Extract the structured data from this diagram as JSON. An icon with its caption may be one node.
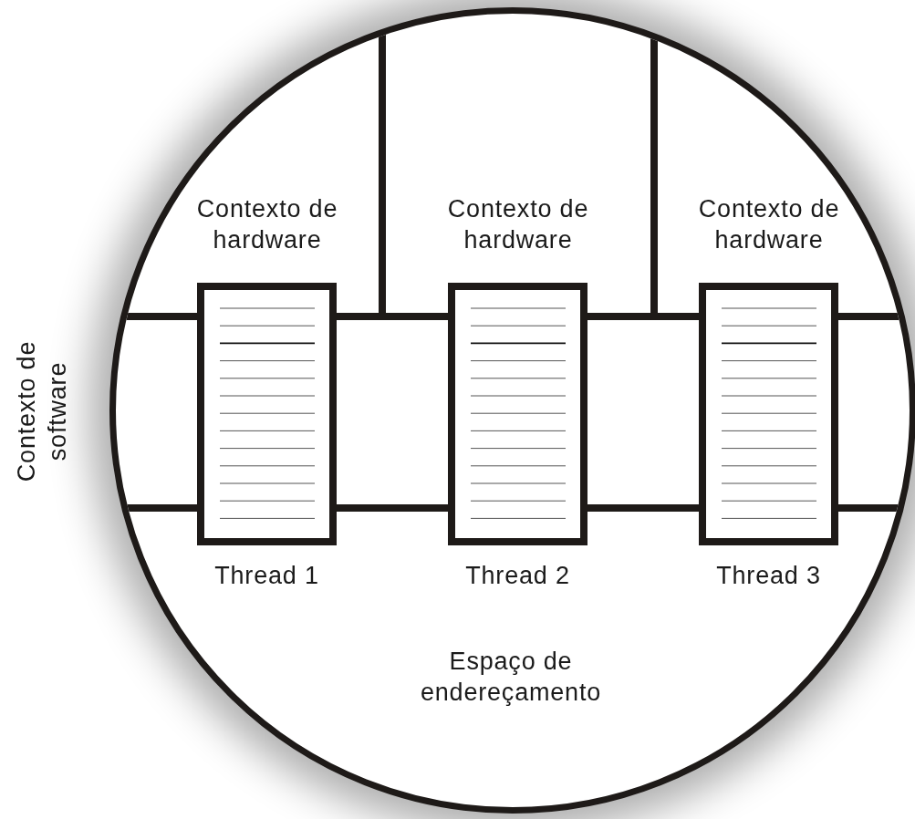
{
  "diagram": {
    "nodes": [
      {
        "text": [
          "Espaço de endereçamento"
        ]
      },
      {
        "text": [
          "Contexto de hardware"
        ],
        "in": 0
      },
      {
        "text": [
          "Contexto de hardware"
        ],
        "in": 0
      },
      {
        "text": [
          "Contexto de hardware"
        ],
        "in": 0
      },
      {
        "text": [],
        "shape": "box",
        "in": 0,
        "beside": [
          "Thread 1"
        ]
      },
      {
        "text": [],
        "shape": "box",
        "in": 0,
        "beside": [
          "Thread 2"
        ]
      },
      {
        "text": [],
        "shape": "box",
        "in": 0,
        "beside": [
          "Thread 3"
        ]
      }
    ],
    "labels": [
      "Contexto de software"
    ]
  }
}
